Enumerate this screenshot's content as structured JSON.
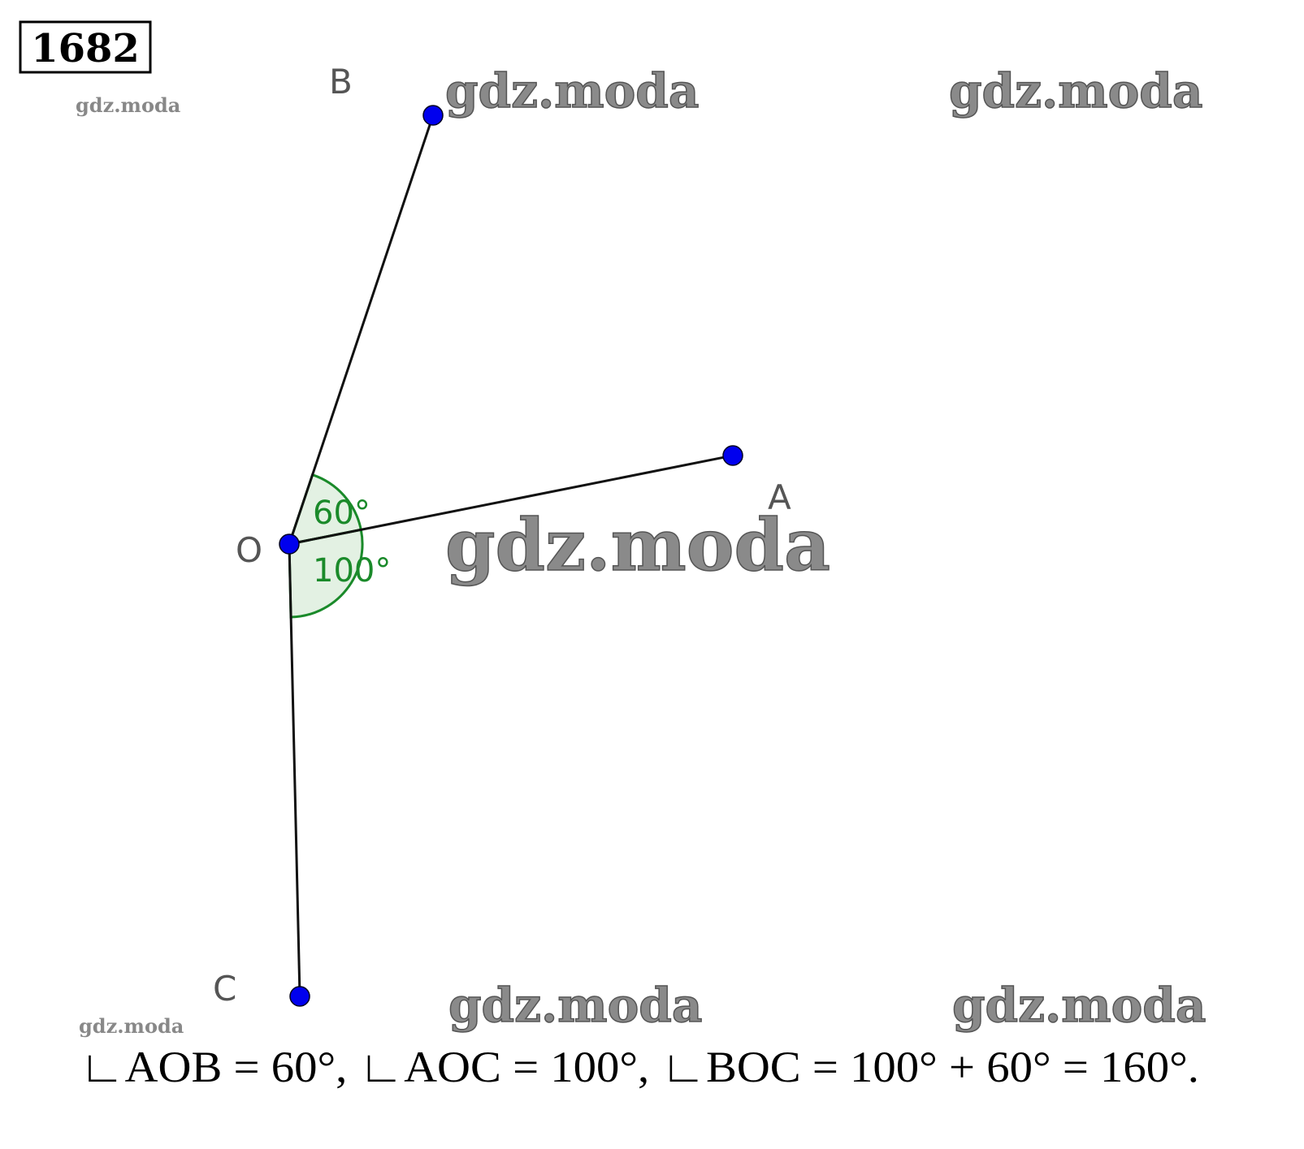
{
  "problem_number": "1682",
  "points": {
    "O": "O",
    "A": "A",
    "B": "B",
    "C": "C"
  },
  "angles": {
    "aob": "60°",
    "aoc": "100°"
  },
  "equation": "∟AOB = 60°, ∟AOC = 100°, ∟BOC = 100° + 60° = 160°.",
  "watermark": "gdz.moda",
  "colors": {
    "point": "#0000ee",
    "angle": "#1a8a2a",
    "angle_fill": "#e3f1e3",
    "segment": "#111111"
  }
}
